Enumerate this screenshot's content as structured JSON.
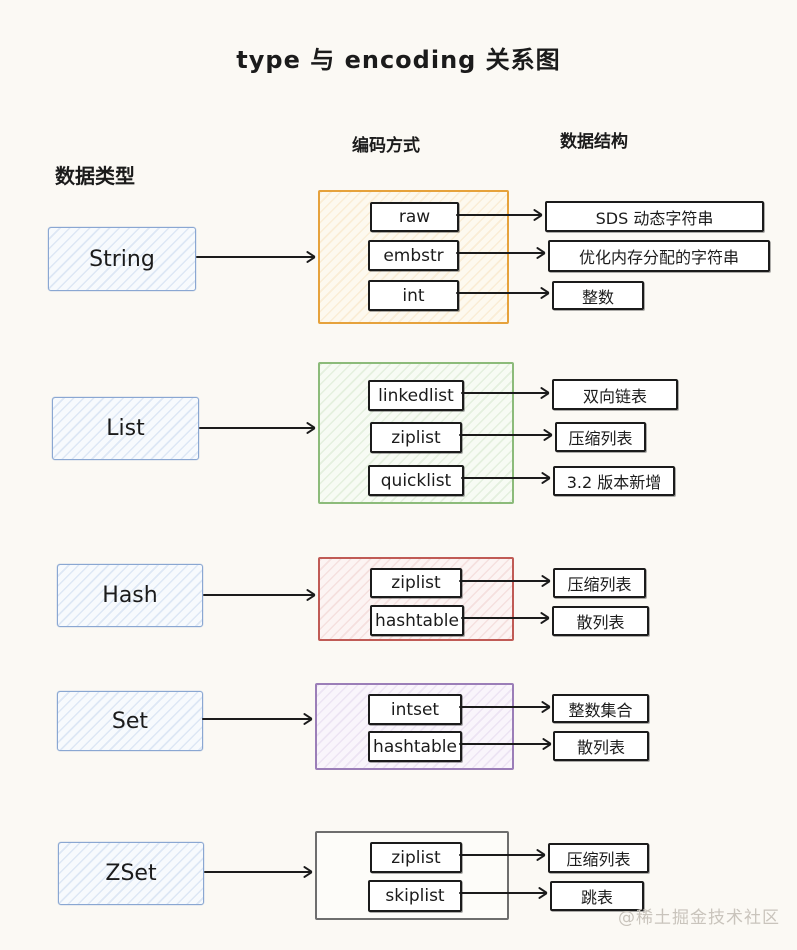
{
  "title": "type 与 encoding 关系图",
  "headers": {
    "type_col": "数据类型",
    "encoding_col": "编码方式",
    "structure_col": "数据结构"
  },
  "watermark": "@稀土掘金技术社区",
  "colors": {
    "type_box_border": "#8AA7D2",
    "string_group": "#E6A23C",
    "list_group": "#8CBB7A",
    "hash_group": "#C05B55",
    "set_group": "#9B7EB8",
    "zset_group": "#6E6E6E",
    "background": "#FBF9F4"
  },
  "rows": [
    {
      "type": "String",
      "pairs": [
        {
          "encoding": "raw",
          "structure": "SDS 动态字符串"
        },
        {
          "encoding": "embstr",
          "structure": "优化内存分配的字符串"
        },
        {
          "encoding": "int",
          "structure": "整数"
        }
      ]
    },
    {
      "type": "List",
      "pairs": [
        {
          "encoding": "linkedlist",
          "structure": "双向链表"
        },
        {
          "encoding": "ziplist",
          "structure": "压缩列表"
        },
        {
          "encoding": "quicklist",
          "structure": "3.2 版本新增"
        }
      ]
    },
    {
      "type": "Hash",
      "pairs": [
        {
          "encoding": "ziplist",
          "structure": "压缩列表"
        },
        {
          "encoding": "hashtable",
          "structure": "散列表"
        }
      ]
    },
    {
      "type": "Set",
      "pairs": [
        {
          "encoding": "intset",
          "structure": "整数集合"
        },
        {
          "encoding": "hashtable",
          "structure": "散列表"
        }
      ]
    },
    {
      "type": "ZSet",
      "pairs": [
        {
          "encoding": "ziplist",
          "structure": "压缩列表"
        },
        {
          "encoding": "skiplist",
          "structure": "跳表"
        }
      ]
    }
  ]
}
